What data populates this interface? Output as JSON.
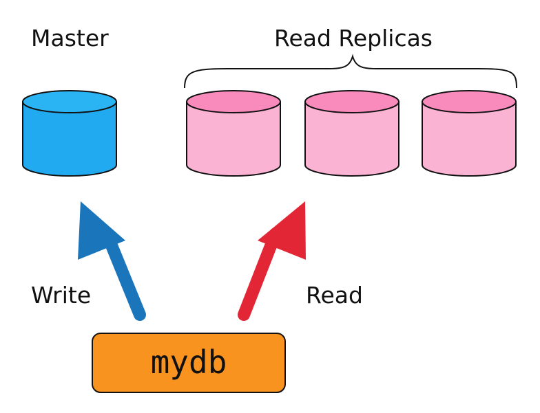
{
  "labels": {
    "master": "Master",
    "read_replicas": "Read Replicas",
    "write": "Write",
    "read": "Read"
  },
  "client": {
    "name": "mydb",
    "color": "#f7931e"
  },
  "databases": {
    "master": {
      "body_color": "#22aaf0",
      "top_color": "#2ab4f4"
    },
    "replicas": {
      "count": 3,
      "body_color": "#fbb3d4",
      "top_color": "#f98bbc"
    }
  },
  "arrows": {
    "write_color": "#1a75bb",
    "read_color": "#e32636"
  }
}
